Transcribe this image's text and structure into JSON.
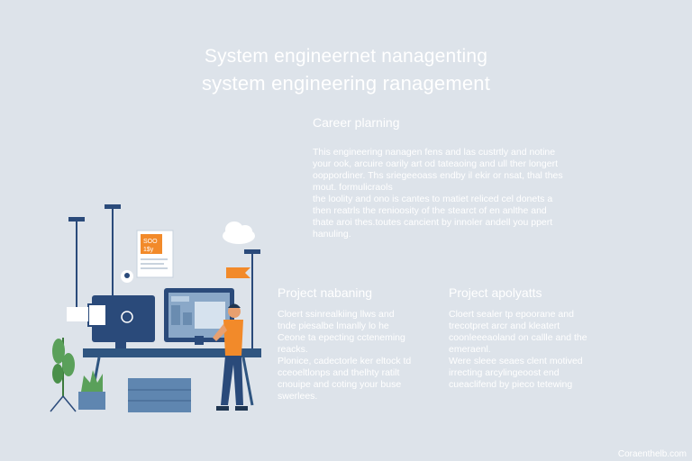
{
  "header": {
    "title_line1": "System engineernet nanagenting",
    "title_line2": "system engineering ranagement"
  },
  "career": {
    "heading": "Career plarning",
    "lines": [
      "This engineering nanagen fens and las custrtly and notine",
      "your ook, arcuire oarily art od tateaoing and ull ther longert",
      "ooppordiner. Ths sriegeeoass endby il ekir or nsat, thal thes",
      "mout. formulicraols",
      "the loolity and ono is cantes to matiet reliced cel donets a",
      "then reatrls the renioosity of the stearct of en anlthe and",
      "thate aroi thes.toutes cancient by innoler andell you ppert",
      "hanuling."
    ]
  },
  "project_managing": {
    "heading": "Project nabaning",
    "lines": [
      "Cloert ssinrealkiing llws and",
      "tnde piesalbe lmanlly lo he",
      "Ceone ta epecting ccteneming",
      "reacks.",
      "Plonice, cadectorle ker eltock td",
      "cceoeltlonps and thelhty ratilt",
      "cnouipe and coting your buse",
      "swerlees."
    ]
  },
  "project_apply": {
    "heading": "Project apolyatts",
    "lines": [
      "Cloert sealer tp epoorane and",
      "trecotpret arcr and kleatert",
      "coonleeeaoland on callle and the",
      "emeraenl.",
      "Were sleee seaes clent motived",
      "irrecting arcylingeoost end",
      "cueaclifend by pieco tetewing"
    ]
  },
  "illustration": {
    "note_line1": "SOO",
    "note_line2": "1$y"
  },
  "footer": {
    "watermark": "Coraenthelb.com"
  },
  "colors": {
    "background": "#dde3ea",
    "navy": "#2a4a7a",
    "orange": "#f28a2a",
    "plant_green": "#5aa05a",
    "desk": "#2f5580"
  }
}
